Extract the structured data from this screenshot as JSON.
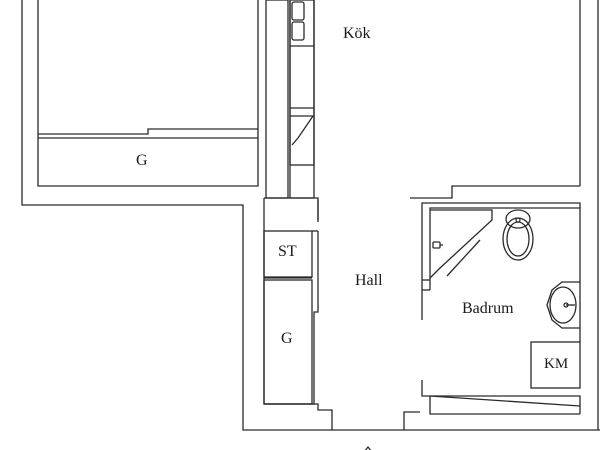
{
  "floor_plan": {
    "rooms": {
      "kitchen": "Kök",
      "hall": "Hall",
      "bathroom": "Badrum",
      "bedroom_wardrobe": "G",
      "hall_wardrobe": "G",
      "storage": "ST",
      "laundry": "KM"
    },
    "colors": {
      "line": "#2a2a2a",
      "background": "#ffffff"
    }
  }
}
